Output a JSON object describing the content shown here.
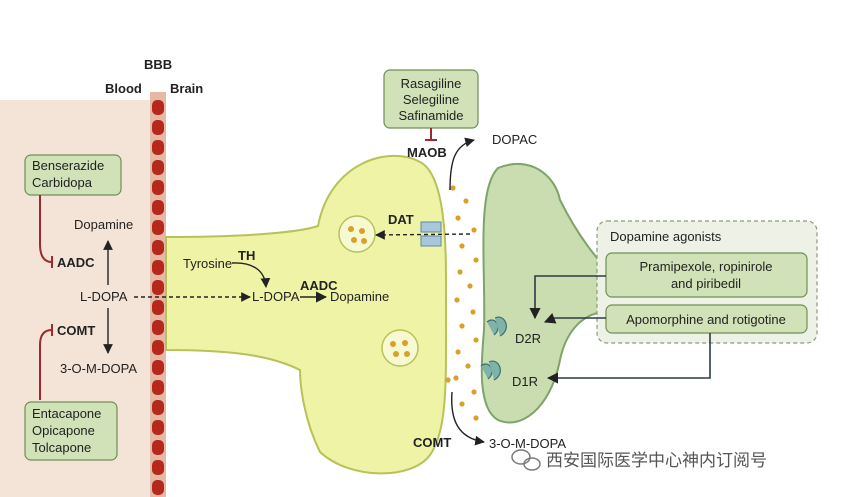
{
  "colors": {
    "presynaptic_fill": "#eef3a6",
    "presynaptic_stroke": "#b8c258",
    "postsynaptic_fill": "#c9ddb0",
    "postsynaptic_stroke": "#7fa36a",
    "drug_box_fill": "#d1e2b8",
    "drug_box_stroke": "#6f8e55",
    "vessel_red": "#b5291d",
    "inhibitor_red": "#a0282f",
    "dopamine_dot": "#d9a02a",
    "agonist_panel_fill": "#eef2e6"
  },
  "bbb": {
    "title": "BBB",
    "blood": "Blood",
    "brain": "Brain"
  },
  "blood_side": {
    "decarboxylase_inhibitors": [
      "Benserazide",
      "Carbidopa"
    ],
    "aadc": "AADC",
    "dopamine": "Dopamine",
    "ldopa": "L-DOPA",
    "comt": "COMT",
    "three_omd": "3-O-M-DOPA",
    "comt_inhibitors": [
      "Entacapone",
      "Opicapone",
      "Tolcapone"
    ]
  },
  "presynaptic": {
    "tyrosine": "Tyrosine",
    "th": "TH",
    "ldopa": "L-DOPA",
    "aadc": "AADC",
    "dopamine": "Dopamine",
    "dat": "DAT"
  },
  "maob": {
    "inhibitors": [
      "Rasagiline",
      "Selegiline",
      "Safinamide"
    ],
    "enzyme": "MAOB",
    "product": "DOPAC"
  },
  "synaptic_comt": {
    "enzyme": "COMT",
    "product": "3-O-M-DOPA"
  },
  "postsynaptic": {
    "d2r": "D2R",
    "d1r": "D1R"
  },
  "agonists": {
    "title": "Dopamine agonists",
    "group1": [
      "Pramipexole, ropinirole",
      "and piribedil"
    ],
    "group2": "Apomorphine and rotigotine"
  },
  "watermark": "西安国际医学中心神内订阅号"
}
